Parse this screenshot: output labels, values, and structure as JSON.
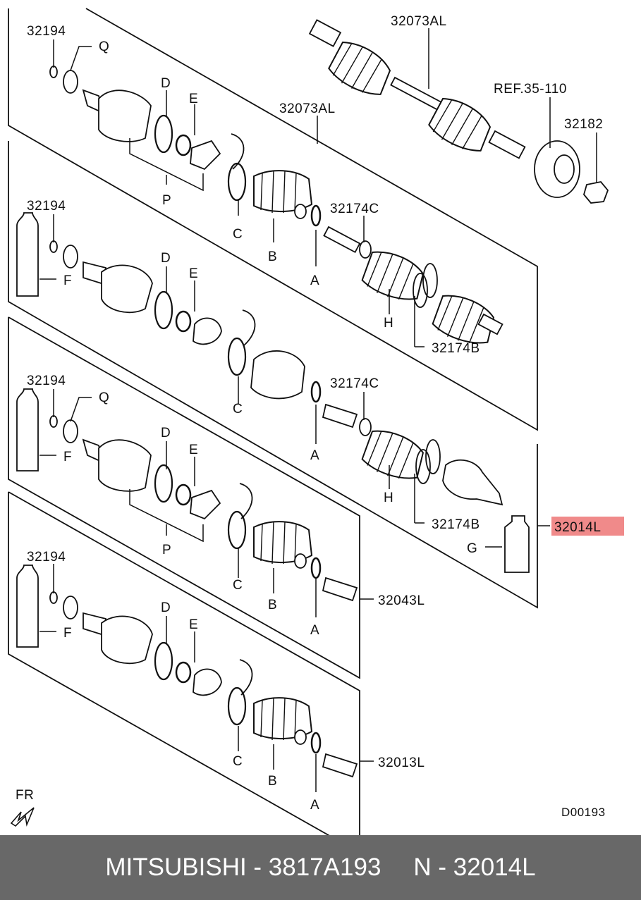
{
  "labels": {
    "top_shaft": "32073AL",
    "top_kit": "32073AL",
    "ref": "REF.35-110",
    "nut": "32182",
    "clip_1": "32194",
    "clip_2": "32194",
    "clip_3": "32194",
    "clip_4": "32194",
    "band_c_1": "32174C",
    "band_c_2": "32174C",
    "band_b_1": "32174B",
    "band_b_2": "32174B",
    "highlight_part": "32014L",
    "kit_43": "32043L",
    "kit_13": "32013L",
    "letters": {
      "q1": "Q",
      "d1": "D",
      "e1": "E",
      "p1": "P",
      "c1": "C",
      "b1": "B",
      "a1": "A",
      "f2": "F",
      "d2": "D",
      "e2": "E",
      "c2": "C",
      "a2": "A",
      "h2": "H",
      "q3": "Q",
      "f3": "F",
      "d3": "D",
      "e3": "E",
      "p3": "P",
      "c3": "C",
      "b3": "B",
      "a3": "A",
      "h3": "H",
      "g3": "G",
      "f4": "F",
      "d4": "D",
      "e4": "E",
      "c4": "C",
      "b4": "B",
      "a4": "A"
    },
    "front": "FR",
    "diagram_code": "D00193"
  },
  "footer": {
    "brand_part": "MITSUBISHI - 3817A193",
    "ref_part": "N - 32014L"
  },
  "colors": {
    "highlight_bg": "#f08a8a",
    "footer_bg": "#686868",
    "line": "#111111"
  }
}
